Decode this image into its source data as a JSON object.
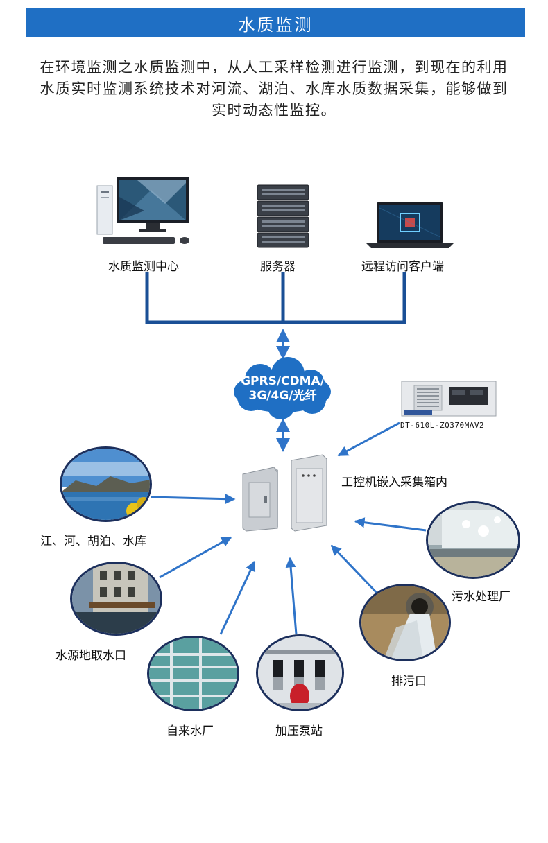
{
  "title": "水质监测",
  "intro": "在环境监测之水质监测中，从人工采样检测进行监测，到现在的利用水质实时监测系统技术对河流、湖泊、水库水质数据采集，能够做到实时动态性监控。",
  "top_nodes": {
    "monitoring_center": "水质监测中心",
    "server": "服务器",
    "remote_client": "远程访问客户端"
  },
  "network": {
    "line1": "GPRS/CDMA/",
    "line2": "3G/4G/光纤"
  },
  "ipc": {
    "model": "DT-610L-ZQ370MAV2",
    "caption": "工控机嵌入采集箱内"
  },
  "sources": {
    "river_lake": "江、河、胡泊、水库",
    "water_intake": "水源地取水口",
    "waterworks": "自来水厂",
    "pump_station": "加压泵站",
    "outfall": "排污口",
    "sewage_plant": "污水处理厂"
  },
  "colors": {
    "accent": "#1f6fc4",
    "line": "#1a4f96",
    "arrow": "#2f74c9"
  }
}
